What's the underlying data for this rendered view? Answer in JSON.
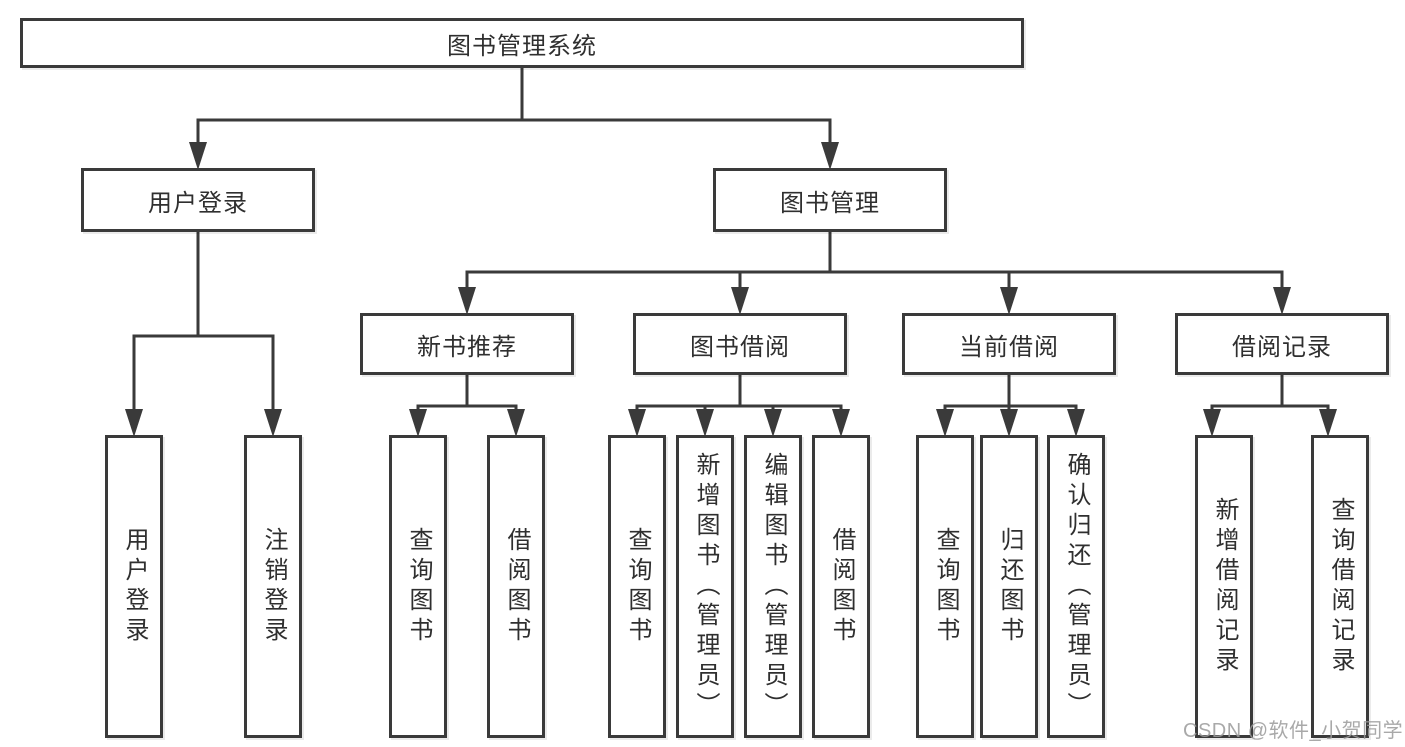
{
  "colors": {
    "line": "#3a3a3a",
    "text": "#2f2f2f",
    "box-bg": "#ffffff",
    "watermark": "#9b9b9b"
  },
  "nodes": {
    "root": "图书管理系统",
    "user_login": "用户登录",
    "book_mgmt": "图书管理",
    "new_books": "新书推荐",
    "book_borrow": "图书借阅",
    "current_borrow": "当前借阅",
    "borrow_records": "借阅记录",
    "leaf_user_login": "用户登录",
    "leaf_logout": "注销登录",
    "leaf_newbooks_query": "查询图书",
    "leaf_newbooks_borrow": "借阅图书",
    "leaf_borrow_query": "查询图书",
    "leaf_borrow_add": "新增图书（管理员）",
    "leaf_borrow_edit": "编辑图书（管理员）",
    "leaf_borrow_borrow": "借阅图书",
    "leaf_current_query": "查询图书",
    "leaf_current_return": "归还图书",
    "leaf_current_confirm": "确认归还（管理员）",
    "leaf_records_add": "新增借阅记录",
    "leaf_records_query": "查询借阅记录"
  },
  "watermark": "CSDN @软件_小贺同学"
}
